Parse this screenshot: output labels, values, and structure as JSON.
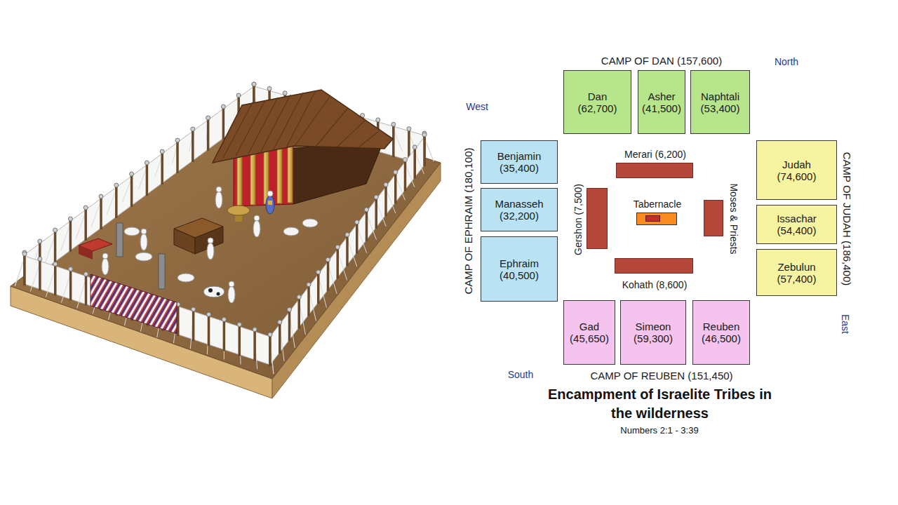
{
  "diagram": {
    "title": "Encampment of Israelite Tribes in the wilderness",
    "caption": "Numbers 2:1 - 3:39",
    "nodes": [
      {
        "text": [
          "Dan",
          "(62,700)"
        ]
      },
      {
        "text": [
          "Asher",
          "(41,500)"
        ]
      },
      {
        "text": [
          "Naphtali",
          "(53,400)"
        ]
      },
      {
        "text": [
          "Benjamin",
          "(35,400)"
        ]
      },
      {
        "text": [
          "Merari (6,200)"
        ]
      },
      {
        "text": [
          "Judah",
          "(74,600)"
        ]
      },
      {
        "text": [
          "Manasseh",
          "(32,200)"
        ]
      },
      {
        "text": [
          "Gershon (7,500)"
        ]
      },
      {
        "text": [
          "Tabernacle"
        ]
      },
      {
        "text": [
          "Moses & Priests"
        ]
      },
      {
        "text": [
          "Issachar",
          "(54,400)"
        ]
      },
      {
        "text": [
          "Ephraim",
          "(40,500)"
        ]
      },
      {
        "text": [
          "Kohath (8,600)"
        ]
      },
      {
        "text": [
          "Zebulun",
          "(57,400)"
        ]
      },
      {
        "text": [
          "Gad",
          "(45,650)"
        ]
      },
      {
        "text": [
          "Simeon",
          "(59,300)"
        ]
      },
      {
        "text": [
          "Reuben",
          "(46,500)"
        ]
      }
    ],
    "labels": [
      "CAMP OF DAN (157,600)",
      "North",
      "West",
      "CAMP OF EPHRAIM (180,100)",
      "CAMP OF JUDAH (186,400)",
      "East",
      "CAMP OF REUBEN (151,450)",
      "South"
    ]
  }
}
